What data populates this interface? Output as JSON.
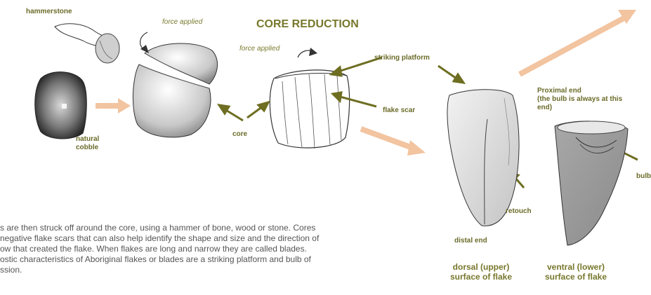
{
  "title": "CORE REDUCTION",
  "labels": {
    "hammerstone": "hammerstone",
    "force_applied_1": "force applied",
    "force_applied_2": "force applied",
    "natural_cobble": "natural cobble",
    "core": "core",
    "striking_platform": "striking platform",
    "flake_scar": "flake scar",
    "proximal_end": "Proximal end",
    "bulb_note": "(the bulb is always at this end)",
    "bulb": "bulb",
    "retouch": "retouch",
    "distal_end": "distal end"
  },
  "captions": {
    "dorsal": "dorsal (upper) surface of flake",
    "ventral": "ventral (lower) surface of flake"
  },
  "paragraph": [
    "s are then struck off around the core, using a hammer of bone, wood or stone. Cores",
    "negative flake scars that can also help identify the shape and size and the direction of",
    "ow that created the flake. When flakes are long and narrow they are called blades.",
    "ostic characteristics of Aboriginal flakes or blades are a striking platform and bulb of",
    "ssion."
  ],
  "colors": {
    "label_olive": "#6b6b2a",
    "arrow_olive": "#6e6e22",
    "big_arrow_peach": "#f2c4a0"
  }
}
